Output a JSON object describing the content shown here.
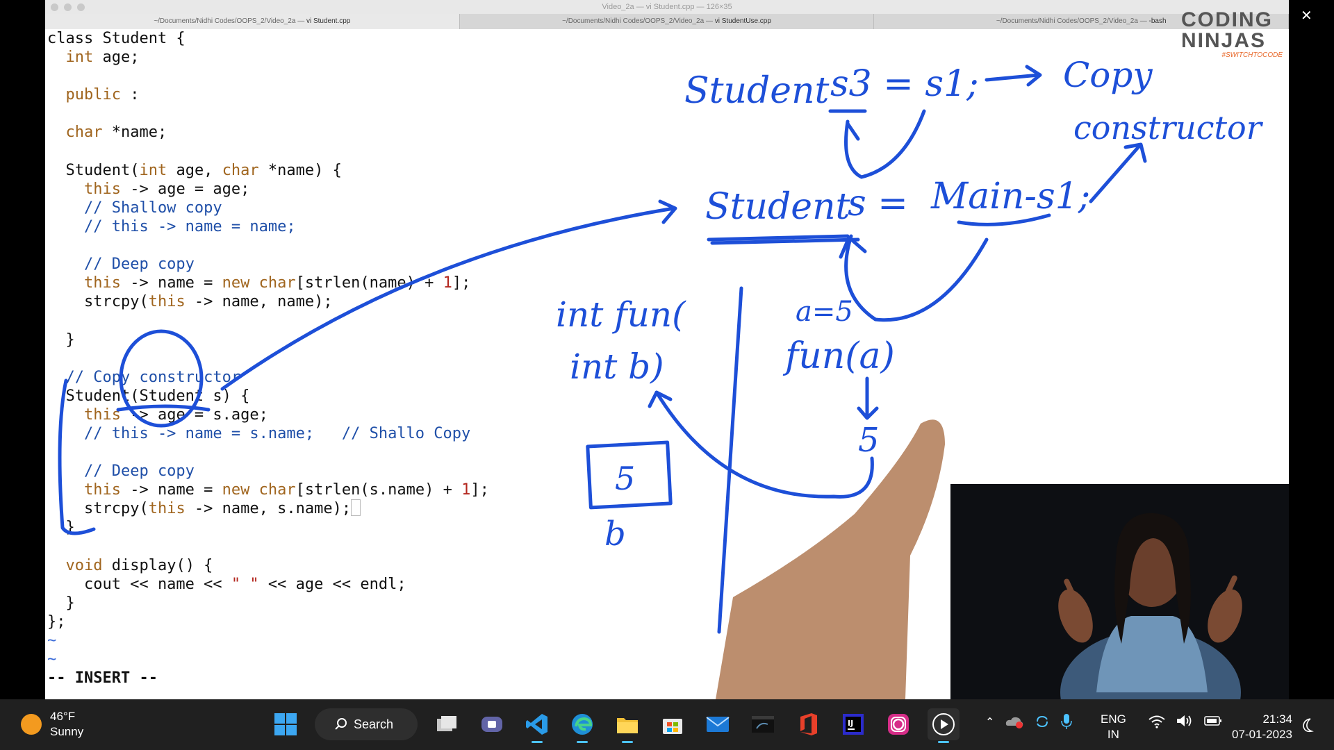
{
  "window": {
    "title": "Video_2a — vi Student.cpp — 126×35",
    "tabs": [
      {
        "path": "~/Documents/Nidhi Codes/OOPS_2/Video_2a — ",
        "file": "vi Student.cpp"
      },
      {
        "path": "~/Documents/Nidhi Codes/OOPS_2/Video_2a — ",
        "file": "vi StudentUse.cpp"
      },
      {
        "path": "~/Documents/Nidhi Codes/OOPS_2/Video_2a — ",
        "file": "-bash"
      }
    ]
  },
  "editor": {
    "lines": [
      "class Student {",
      "  int age;",
      "",
      "  public :",
      "",
      "  char *name;",
      "",
      "  Student(int age, char *name) {",
      "    this -> age = age;",
      "    // Shallow copy",
      "    // this -> name = name;",
      "",
      "    // Deep copy",
      "    this -> name = new char[strlen(name) + 1];",
      "    strcpy(this -> name, name);",
      "",
      "  }",
      "",
      "  // Copy constructor",
      "  Student(Student s) {",
      "    this -> age = s.age;",
      "    // this -> name = s.name;   // Shallo Copy",
      "",
      "    // Deep copy",
      "    this -> name = new char[strlen(s.name) + 1];",
      "    strcpy(this -> name, s.name);",
      "  }",
      "",
      "  void display() {",
      "    cout << name << \" \" << age << endl;",
      "  }",
      "};",
      "~",
      "~",
      "-- INSERT --"
    ],
    "mode": "-- INSERT --"
  },
  "logo": {
    "line1": "CODING",
    "line2": "NINJAS",
    "tagline": "#SWITCHTOCODE"
  },
  "taskbar": {
    "weather": {
      "temp": "46°F",
      "condition": "Sunny"
    },
    "search_label": "Search",
    "apps": [
      "task-view",
      "teams",
      "vscode",
      "edge",
      "file-explorer",
      "microsoft-store",
      "mail",
      "mysql",
      "office",
      "intellij",
      "instagram",
      "media-player"
    ],
    "language": {
      "code": "ENG",
      "region": "IN"
    },
    "clock": {
      "time": "21:34",
      "date": "07-01-2023"
    }
  },
  "colors": {
    "keyword": "#a0651e",
    "comment": "#1f4fa8",
    "number": "#b3261e",
    "ink": "#1d4fd8",
    "taskbar": "#202020"
  }
}
